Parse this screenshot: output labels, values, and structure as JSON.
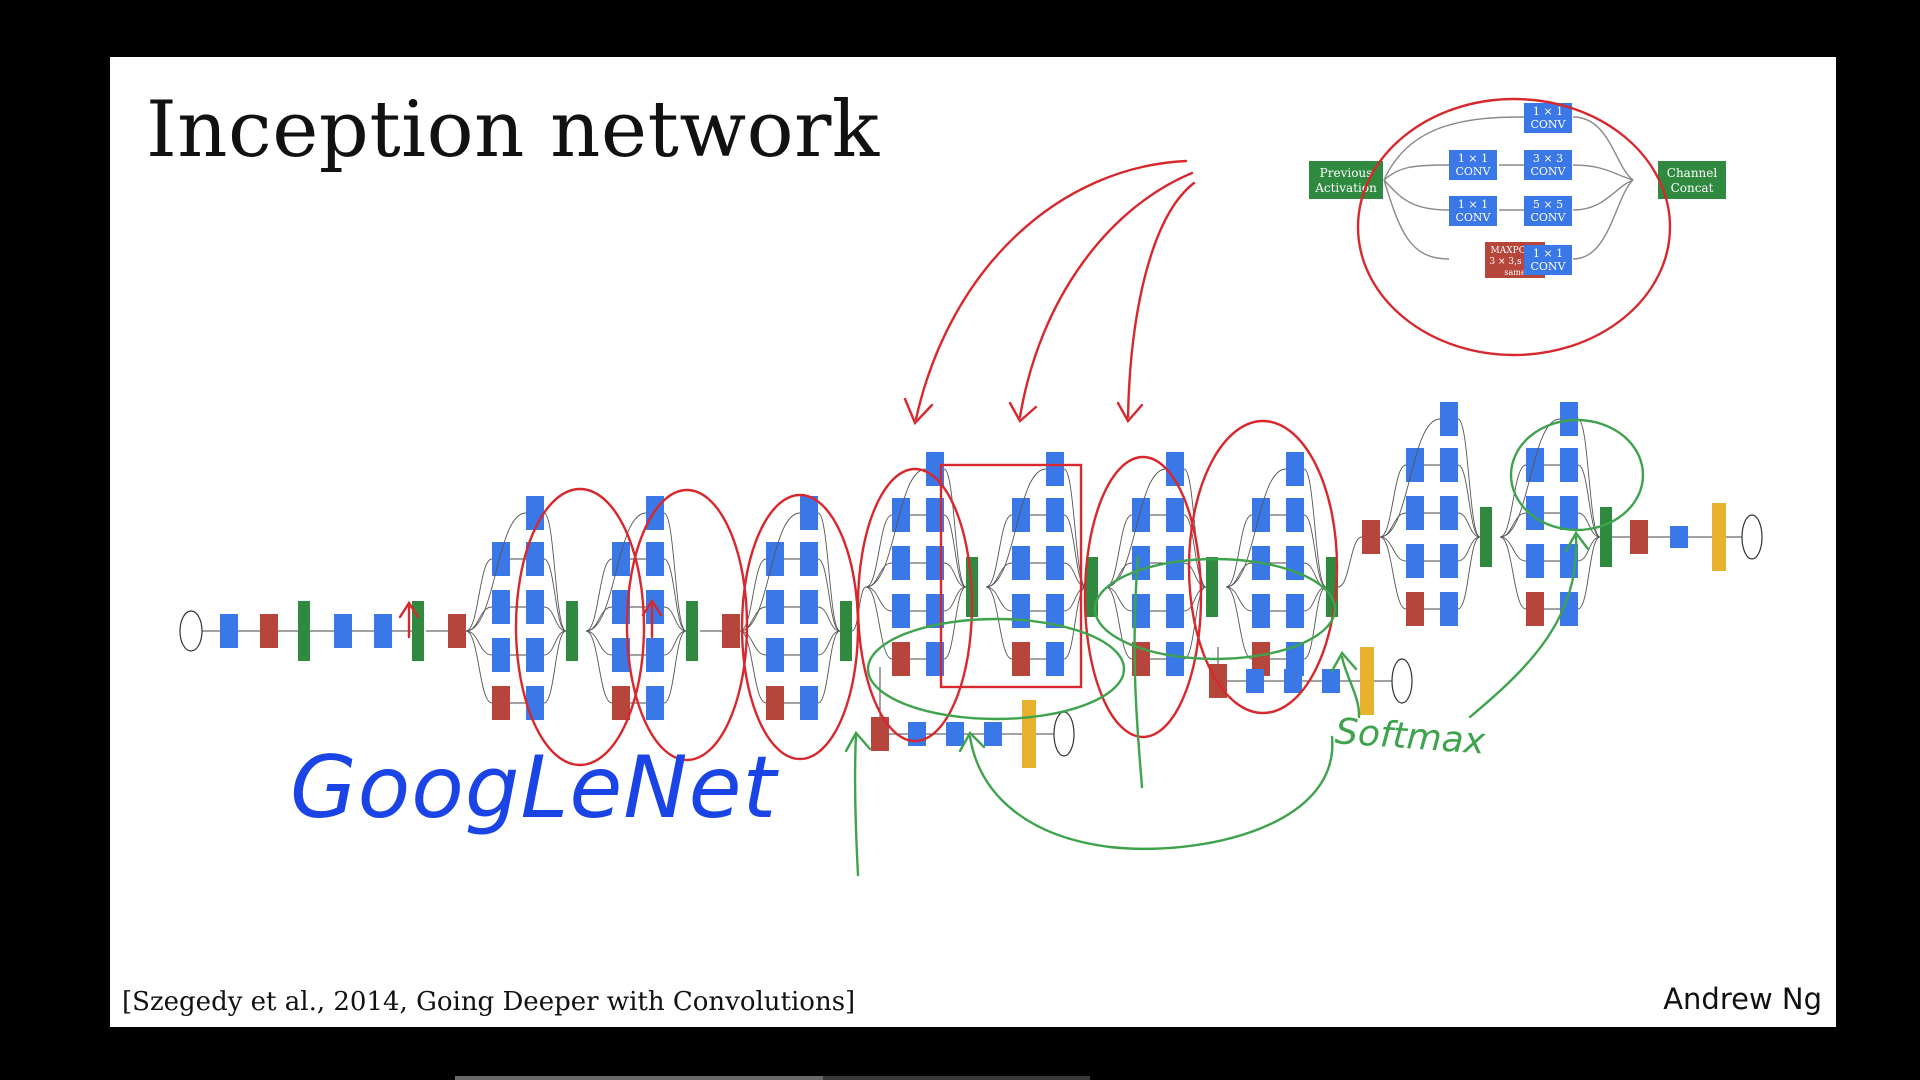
{
  "slide": {
    "title": "Inception network",
    "citation": "[Szegedy et al., 2014, Going Deeper with Convolutions]",
    "author": "Andrew Ng"
  },
  "module": {
    "input_label_line1": "Previous",
    "input_label_line2": "Activation",
    "output_label_line1": "Channel",
    "output_label_line2": "Concat",
    "branches": [
      {
        "pre_line1": "",
        "pre_line2": "",
        "main_line1": "1 × 1",
        "main_line2": "CONV"
      },
      {
        "pre_line1": "1 × 1",
        "pre_line2": "CONV",
        "main_line1": "3 × 3",
        "main_line2": "CONV"
      },
      {
        "pre_line1": "1 × 1",
        "pre_line2": "CONV",
        "main_line1": "5 × 5",
        "main_line2": "CONV"
      },
      {
        "pre_line1": "MAXPOOL",
        "pre_line2": "3 × 3,s = 1",
        "pre_line3": "same",
        "main_line1": "1 × 1",
        "main_line2": "CONV"
      }
    ]
  },
  "annotations": {
    "network_name": "GoogLeNet",
    "softmax_note": "Softmax"
  },
  "colors": {
    "conv_blue": "#3b78e7",
    "pool_red": "#b6453c",
    "concat_green": "#2f8a3f",
    "softmax_yellow": "#e8b22e",
    "annotation_red": "#d7282d",
    "annotation_green": "#3fa34d",
    "handwriting_blue": "#1a44e6"
  },
  "player": {
    "progress": 0.58
  }
}
